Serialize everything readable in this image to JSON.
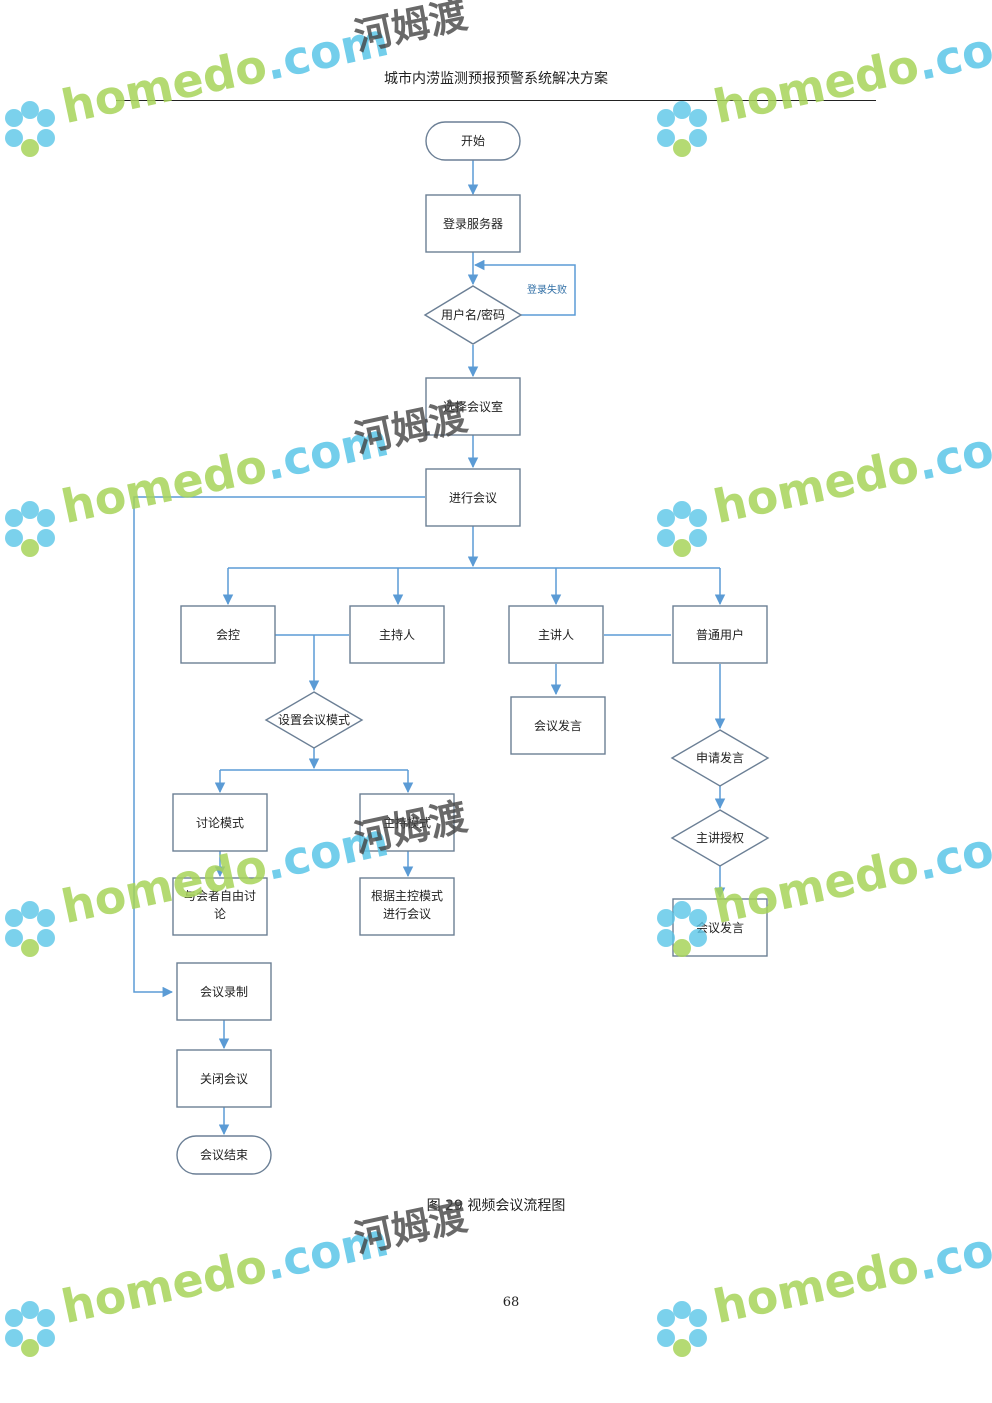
{
  "header": {
    "title": "城市内涝监测预报预警系统解决方案"
  },
  "flowchart": {
    "nodes": {
      "start": "开始",
      "login_server": "登录服务器",
      "username_password": "用户名/密码",
      "select_room": "选择会议室",
      "conduct_meeting": "进行会议",
      "meeting_control": "会控",
      "host": "主持人",
      "speaker": "主讲人",
      "regular_user": "普通用户",
      "set_mode": "设置会议模式",
      "speaker_speech": "会议发言",
      "apply_speak": "申请发言",
      "discussion_mode": "讨论模式",
      "host_mode": "主持模式",
      "free_discussion_line1": "与会者自由讨",
      "free_discussion_line2": "论",
      "per_host_mode_line1": "根据主控模式",
      "per_host_mode_line2": "进行会议",
      "speaker_authorize": "主讲授权",
      "user_speech": "会议发言",
      "recording": "会议录制",
      "close_meeting": "关闭会议",
      "end": "会议结束"
    },
    "edge_labels": {
      "login_failed": "登录失败"
    }
  },
  "caption": "图 29 视频会议流程图",
  "page_number": "68",
  "watermark": {
    "site_prefix": "homedo",
    "site_suffix": ".com",
    "brand": "河姆渡",
    "colors": {
      "green": "#a7d45a",
      "blue": "#5bc6e8",
      "dark": "#444444"
    }
  },
  "colors": {
    "edge": "#5b9bd5",
    "node_border": "#6b7f95"
  }
}
